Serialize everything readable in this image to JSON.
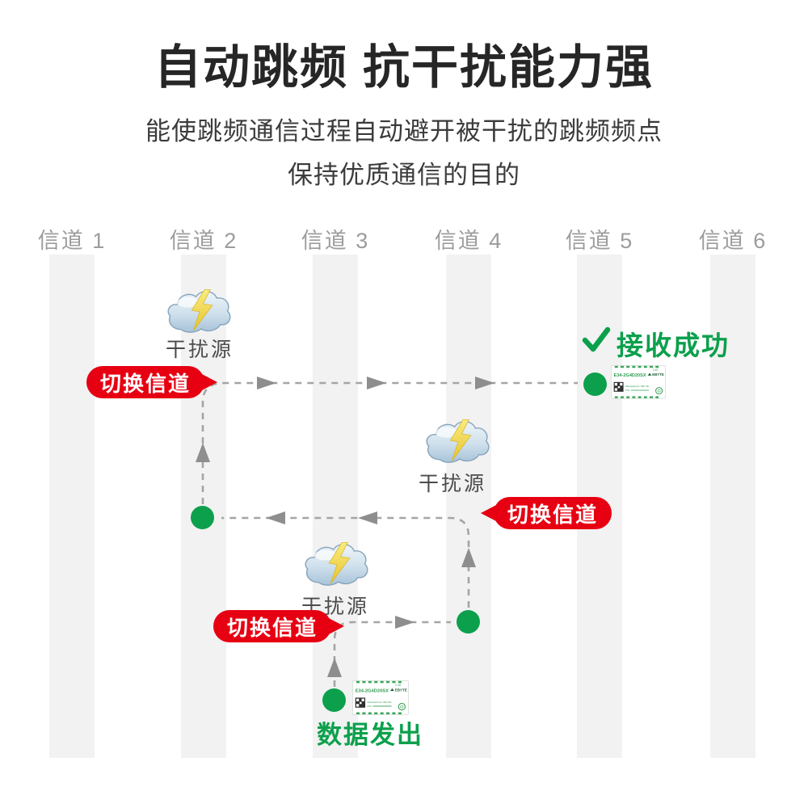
{
  "header": {
    "title": "自动跳频 抗干扰能力强",
    "subtitle_line1": "能使跳频通信过程自动避开被干扰的跳频频点",
    "subtitle_line2": "保持优质通信的目的"
  },
  "channels": [
    "信道 1",
    "信道 2",
    "信道 3",
    "信道 4",
    "信道 5",
    "信道 6"
  ],
  "labels": {
    "interference": "干扰源",
    "switch_channel": "切换信道",
    "receive_success": "接收成功",
    "data_sent": "数据发出"
  },
  "module": {
    "name": "E34-2G4D20SX",
    "brand": "EBYTE",
    "freq": "2.4G",
    "manufacturer_line": "Manufacturer: EBYTE",
    "pn_line": "P/N:"
  },
  "flow": {
    "start": "数据发出",
    "hops": [
      "信道 3",
      "信道 4",
      "信道 2",
      "信道 5"
    ],
    "end": "接收成功"
  },
  "colors": {
    "accent_green": "#0ca04c",
    "accent_red": "#e60012",
    "stripe_gray": "#f2f2f2",
    "path_gray": "#a5a5a5",
    "arrow_gray": "#8e8e8e",
    "channel_label_gray": "#9c9c9c",
    "title_dark": "#262626"
  }
}
